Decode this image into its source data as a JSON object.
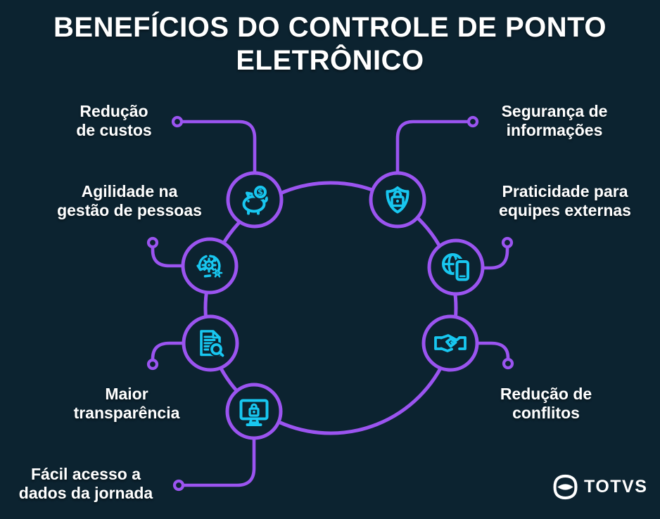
{
  "title": {
    "line1": "BENEFÍCIOS DO CONTROLE DE PONTO",
    "line2": "ELETRÔNICO"
  },
  "benefits": [
    {
      "id": "reducao-de-custos",
      "label": "Redução\nde custos",
      "icon": "piggy-bank-savings-icon"
    },
    {
      "id": "seguranca-de-informacoes",
      "label": "Segurança de\ninformações",
      "icon": "shield-lock-icon"
    },
    {
      "id": "agilidade-na-gestao",
      "label": "Agilidade na\ngestão de pessoas",
      "icon": "gears-process-icon"
    },
    {
      "id": "praticidade-equipes-externas",
      "label": "Praticidade para\nequipes externas",
      "icon": "globe-smartphone-icon"
    },
    {
      "id": "maior-transparencia",
      "label": "Maior\ntransparência",
      "icon": "document-search-icon"
    },
    {
      "id": "reducao-de-conflitos",
      "label": "Redução de\nconflitos",
      "icon": "handshake-icon"
    },
    {
      "id": "facil-acesso-dados",
      "label": "Fácil acesso a\ndados da jornada",
      "icon": "monitor-lock-icon"
    }
  ],
  "icons": {
    "dollar_symbol": "$"
  },
  "logo": {
    "text": "TOTVS"
  },
  "colors": {
    "background": "#0c2330",
    "purple": "#9b54f0",
    "cyan": "#18c7f0",
    "text": "#ffffff"
  }
}
